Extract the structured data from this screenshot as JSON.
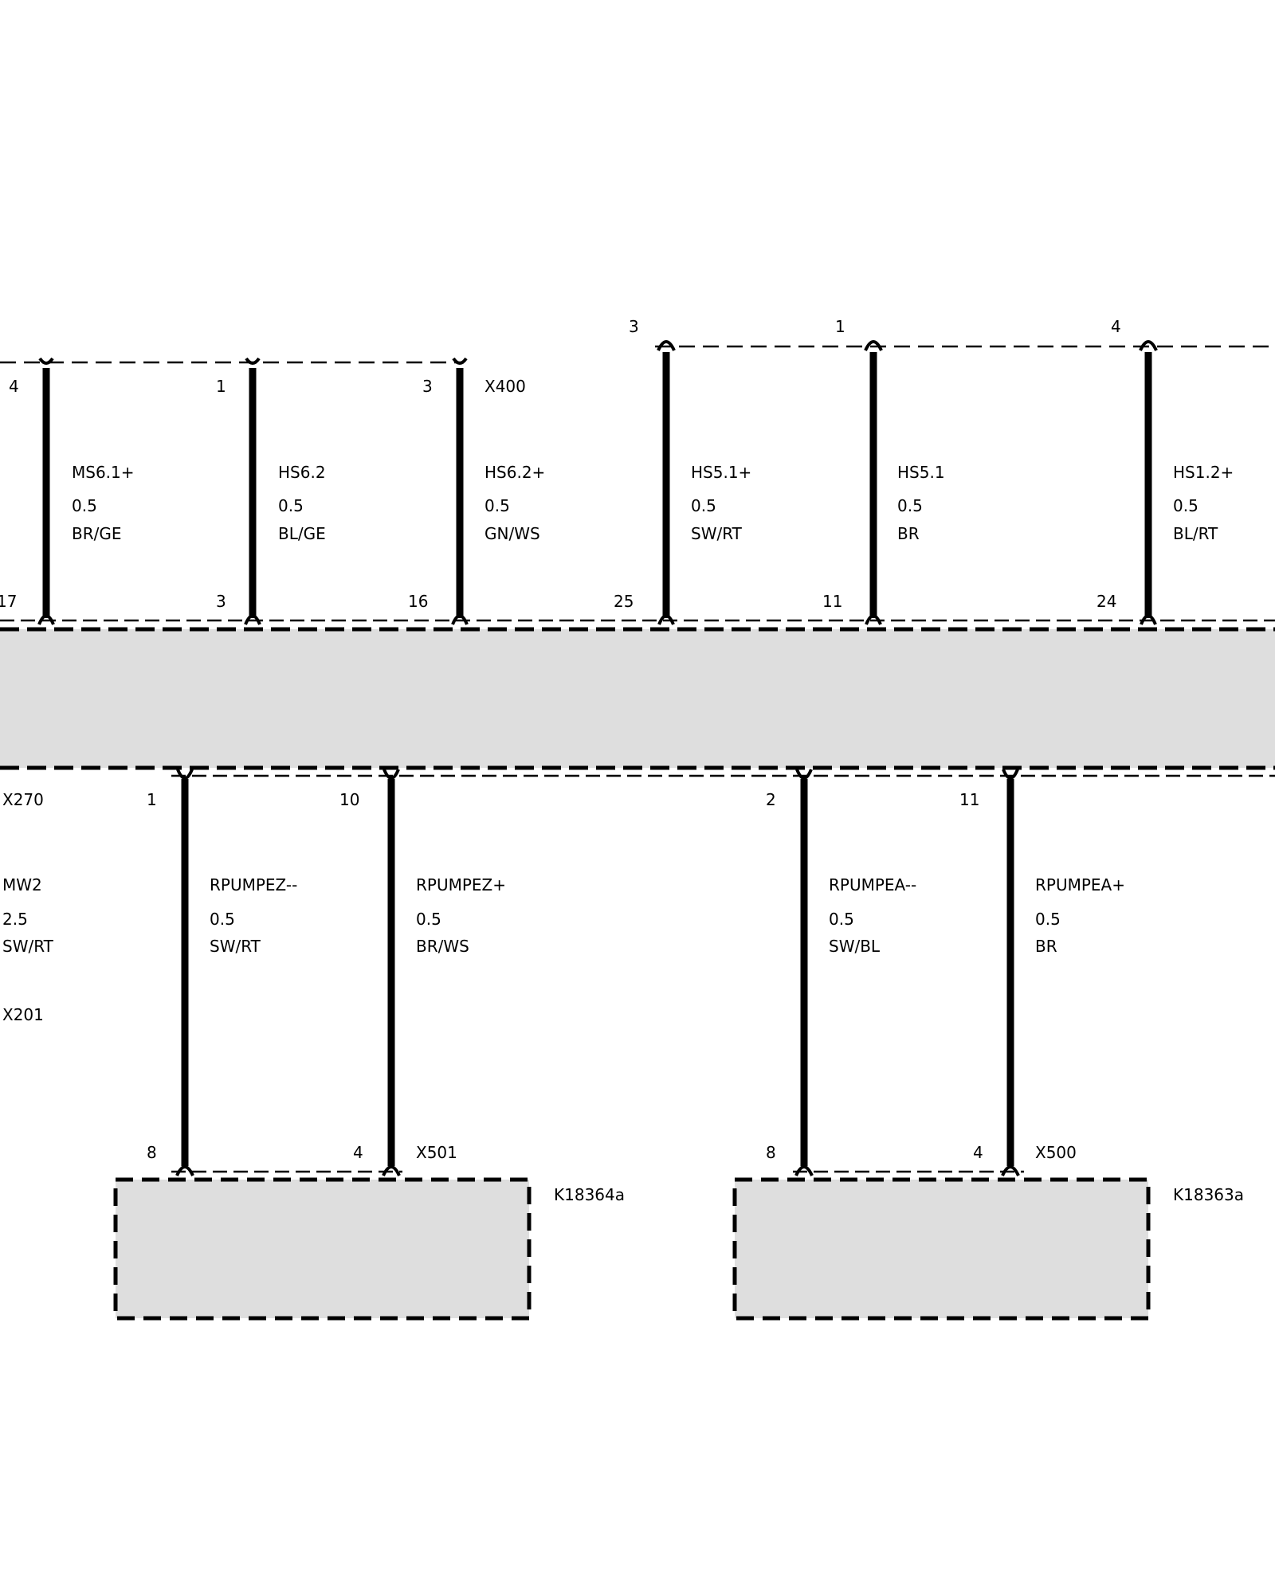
{
  "top_left_group": {
    "connector": "X400",
    "wires": [
      {
        "top_pin": "4",
        "bottom_pin": "17",
        "signal": "MS6.1+",
        "gauge": "0.5",
        "color": "BR/GE"
      },
      {
        "top_pin": "1",
        "bottom_pin": "3",
        "signal": "HS6.2",
        "gauge": "0.5",
        "color": "BL/GE"
      },
      {
        "top_pin": "3",
        "bottom_pin": "16",
        "signal": "HS6.2+",
        "gauge": "0.5",
        "color": "GN/WS"
      }
    ]
  },
  "top_right_group": {
    "wires": [
      {
        "top_pin": "3",
        "bottom_pin": "25",
        "signal": "HS5.1+",
        "gauge": "0.5",
        "color": "SW/RT"
      },
      {
        "top_pin": "1",
        "bottom_pin": "11",
        "signal": "HS5.1",
        "gauge": "0.5",
        "color": "BR"
      },
      {
        "top_pin": "4",
        "bottom_pin": "24",
        "signal": "HS1.2+",
        "gauge": "0.5",
        "color": "BL/RT"
      }
    ]
  },
  "left_edge": {
    "connector_top": "X270",
    "signal": "MW2",
    "gauge": "2.5",
    "color": "SW/RT",
    "connector_bottom": "X201"
  },
  "bottom_left_group": {
    "connector": "X501",
    "component": "K18364a",
    "wires": [
      {
        "top_pin": "1",
        "bottom_pin": "8",
        "signal": "RPUMPEZ--",
        "gauge": "0.5",
        "color": "SW/RT"
      },
      {
        "top_pin": "10",
        "bottom_pin": "4",
        "signal": "RPUMPEZ+",
        "gauge": "0.5",
        "color": "BR/WS"
      }
    ]
  },
  "bottom_right_group": {
    "connector": "X500",
    "component": "K18363a",
    "wires": [
      {
        "top_pin": "2",
        "bottom_pin": "8",
        "signal": "RPUMPEA--",
        "gauge": "0.5",
        "color": "SW/BL"
      },
      {
        "top_pin": "11",
        "bottom_pin": "4",
        "signal": "RPUMPEA+",
        "gauge": "0.5",
        "color": "BR"
      }
    ]
  }
}
